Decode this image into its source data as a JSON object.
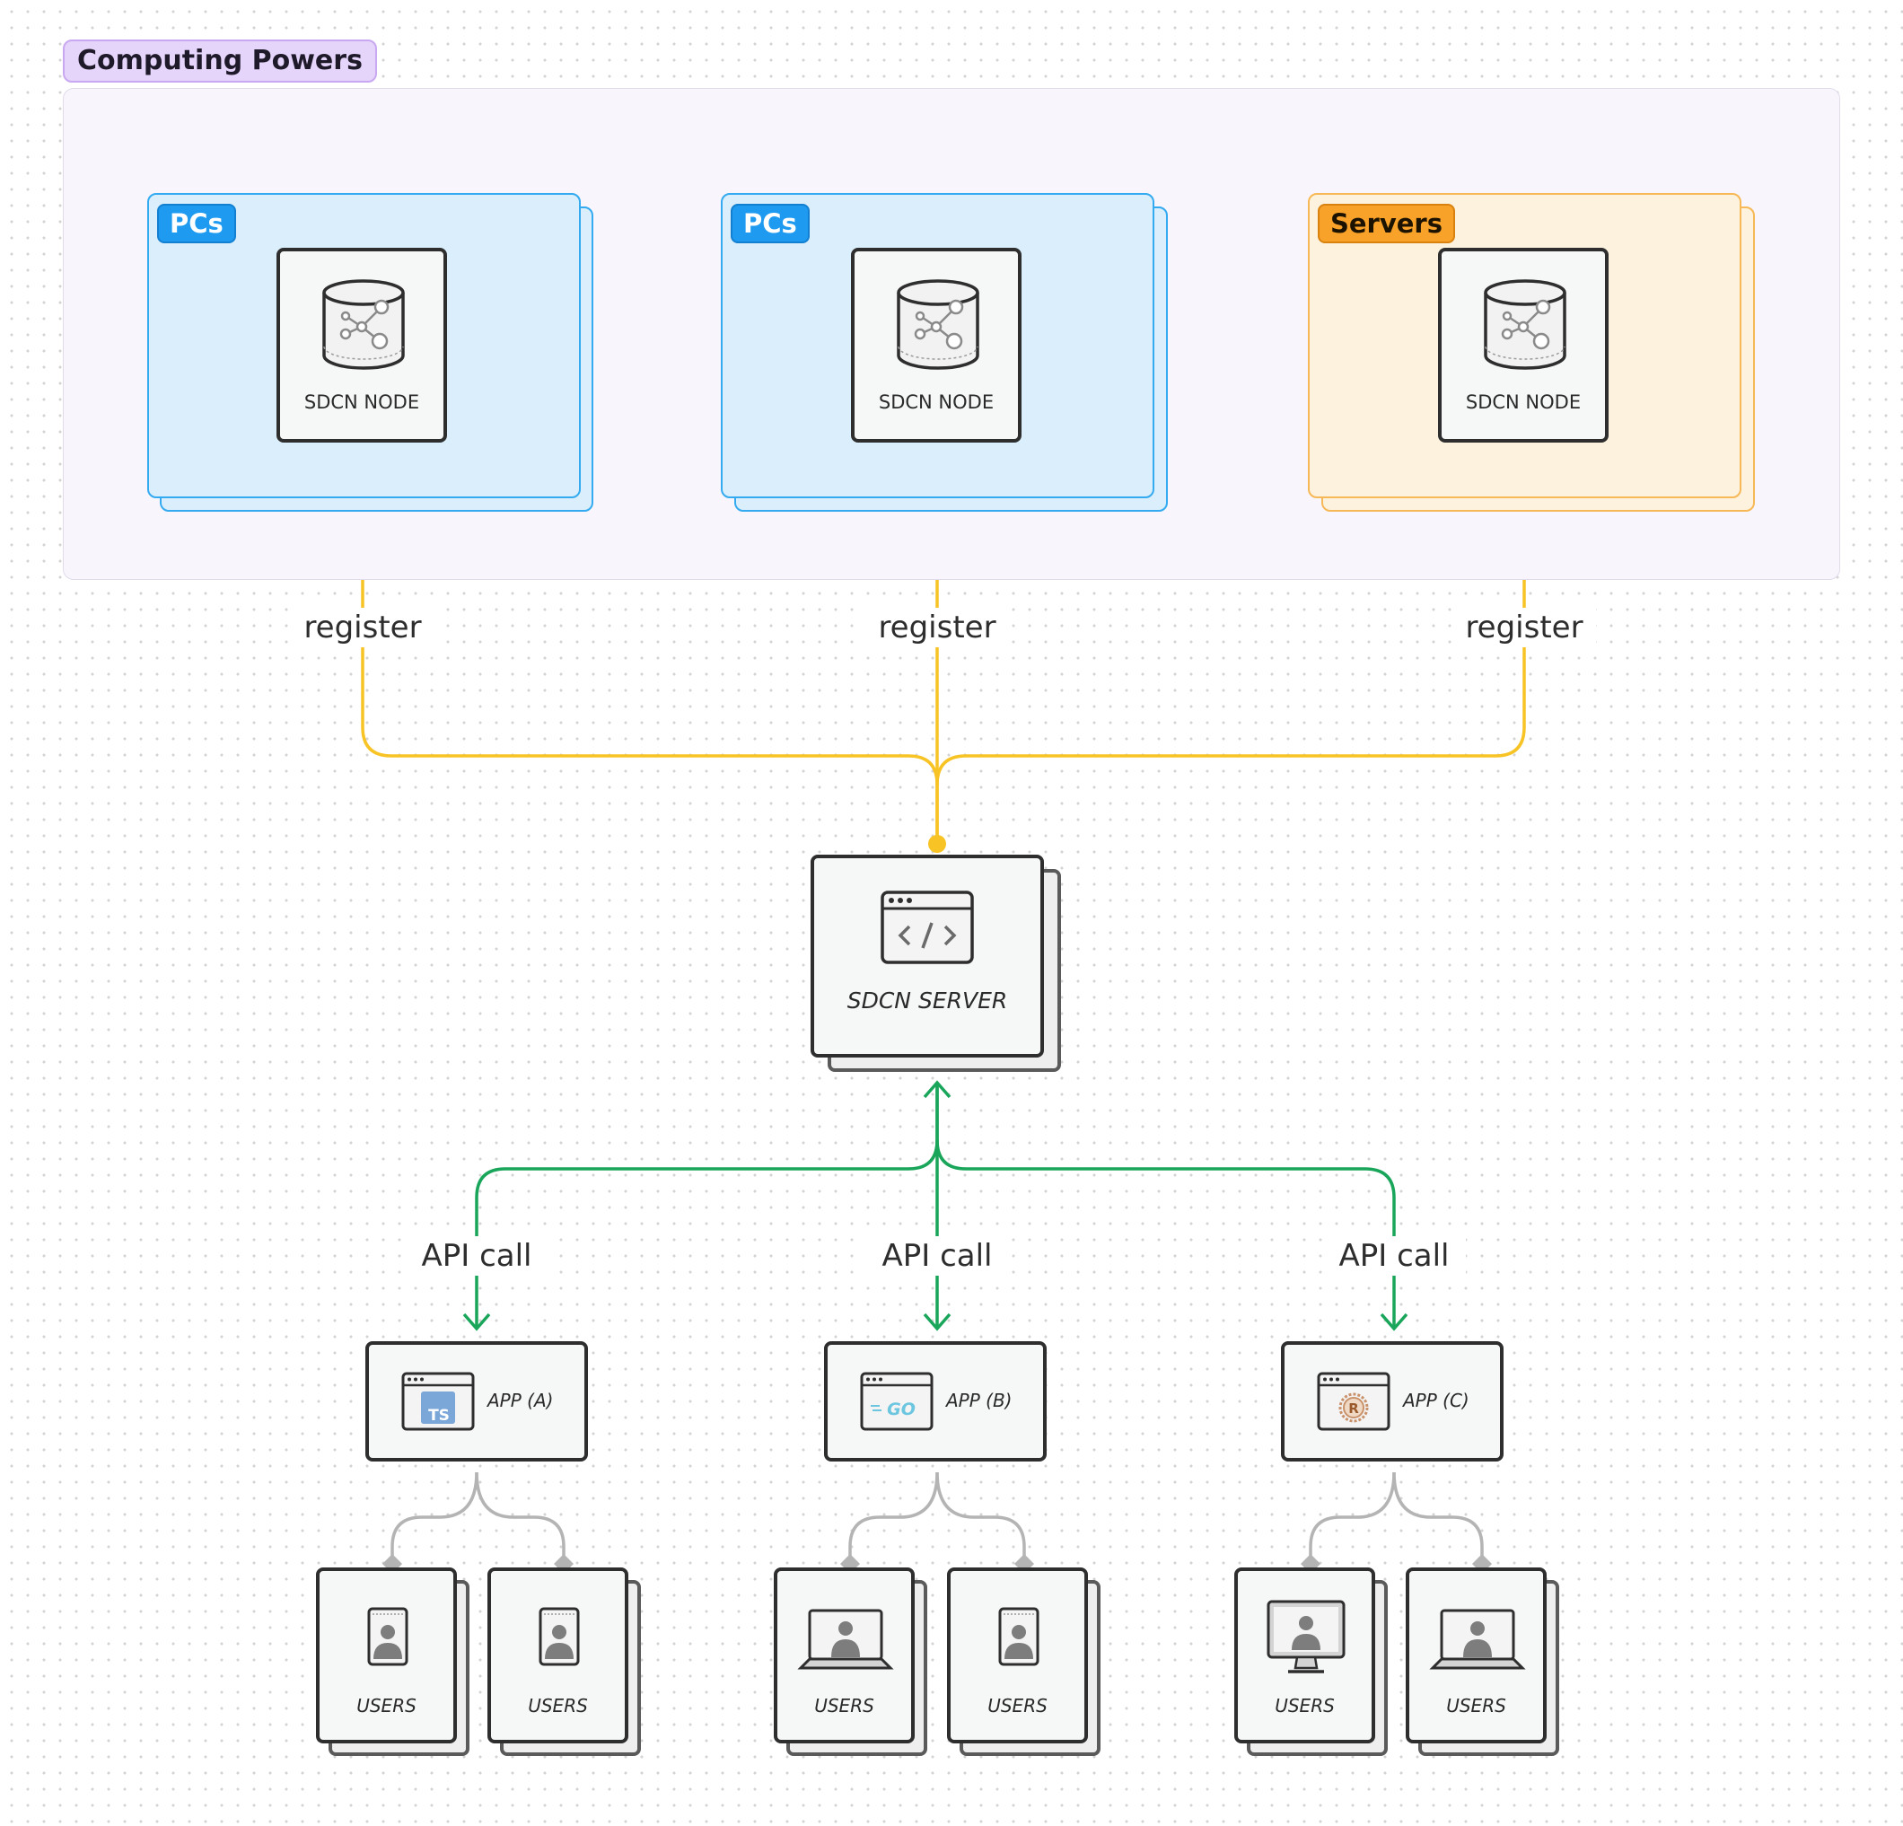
{
  "group": {
    "title": "Computing Powers"
  },
  "clusters": [
    {
      "tag": "PCs",
      "node_label": "SDCN NODE",
      "edge_label": "register",
      "color": "#34aaf0"
    },
    {
      "tag": "PCs",
      "node_label": "SDCN NODE",
      "edge_label": "register",
      "color": "#34aaf0"
    },
    {
      "tag": "Servers",
      "node_label": "SDCN NODE",
      "edge_label": "register",
      "color": "#f7b857"
    }
  ],
  "server": {
    "label": "SDCN SERVER"
  },
  "apps": [
    {
      "label": "APP (A)",
      "edge_label": "API call",
      "icon": "typescript-icon"
    },
    {
      "label": "APP (B)",
      "edge_label": "API call",
      "icon": "go-icon"
    },
    {
      "label": "APP (C)",
      "edge_label": "API call",
      "icon": "rust-icon"
    }
  ],
  "users": [
    {
      "label": "USERS",
      "icon": "mobile-user-icon"
    },
    {
      "label": "USERS",
      "icon": "mobile-user-icon"
    },
    {
      "label": "USERS",
      "icon": "laptop-user-icon"
    },
    {
      "label": "USERS",
      "icon": "mobile-user-icon"
    },
    {
      "label": "USERS",
      "icon": "desktop-user-icon"
    },
    {
      "label": "USERS",
      "icon": "laptop-user-icon"
    }
  ],
  "colors": {
    "register": "#f7c325",
    "api": "#19a55a",
    "link": "#b4b4b4"
  }
}
